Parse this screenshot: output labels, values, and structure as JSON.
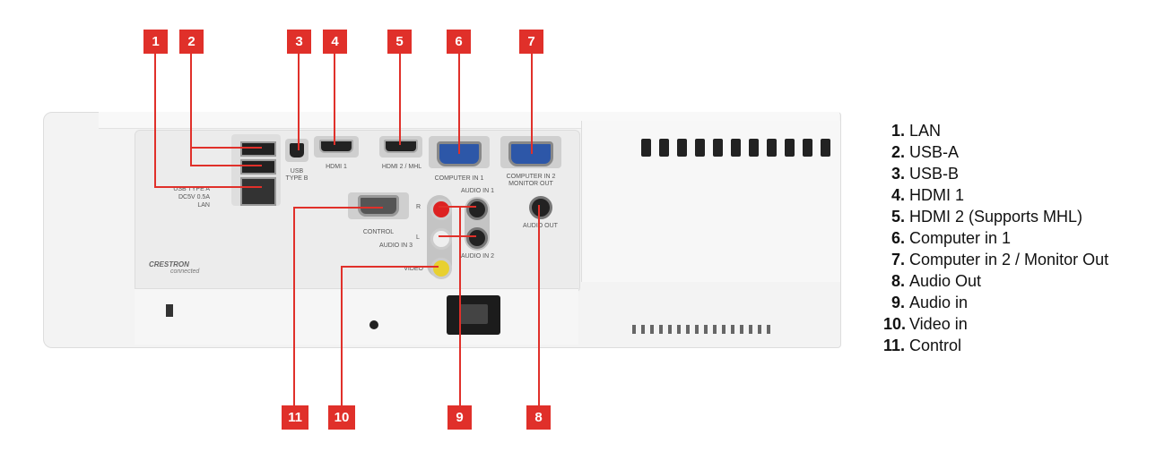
{
  "callouts_top": [
    "1",
    "2",
    "3",
    "4",
    "5",
    "6",
    "7"
  ],
  "callouts_bottom": [
    "11",
    "10",
    "9",
    "8"
  ],
  "panel_labels": {
    "usb_type_a": "USB TYPE A",
    "dc": "DC5V 0.5A",
    "lan": "LAN",
    "usb_b1": "USB",
    "usb_b2": "TYPE B",
    "hdmi1": "HDMI 1",
    "hdmi2": "HDMI 2 / MHL",
    "comp1": "COMPUTER IN 1",
    "comp2a": "COMPUTER IN 2",
    "comp2b": "MONITOR OUT",
    "control": "CONTROL",
    "audio_in1": "AUDIO IN 1",
    "audio_in2": "AUDIO IN 2",
    "audio_in3": "AUDIO IN 3",
    "r": "R",
    "l": "L",
    "video": "VIDEO",
    "audio_out": "AUDIO OUT",
    "crestron": "CRESTRON",
    "connected": "connected"
  },
  "legend": [
    {
      "num": "1.",
      "label": "LAN"
    },
    {
      "num": "2.",
      "label": "USB-A"
    },
    {
      "num": "3.",
      "label": "USB-B"
    },
    {
      "num": "4.",
      "label": "HDMI 1"
    },
    {
      "num": "5.",
      "label": "HDMI 2 (Supports MHL)"
    },
    {
      "num": "6.",
      "label": "Computer in 1"
    },
    {
      "num": "7.",
      "label": "Computer in 2 / Monitor Out"
    },
    {
      "num": "8.",
      "label": "Audio Out"
    },
    {
      "num": "9.",
      "label": "Audio in"
    },
    {
      "num": "10.",
      "label": "Video in"
    },
    {
      "num": "11.",
      "label": "Control"
    }
  ],
  "colors": {
    "callout": "#e0302a"
  }
}
